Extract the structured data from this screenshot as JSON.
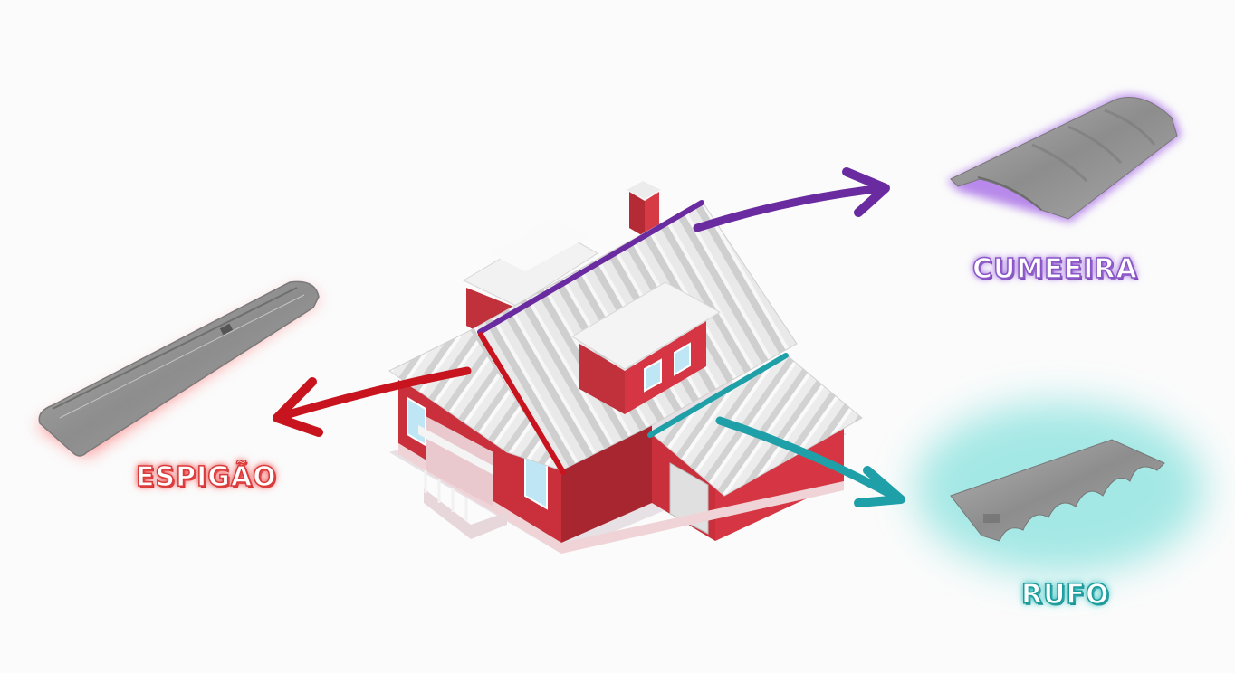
{
  "labels": {
    "espigao": "ESPIGÃO",
    "cumeeira": "CUMEEIRA",
    "rufo": "RUFO"
  },
  "colors": {
    "espigao": "#c8141e",
    "cumeeira": "#6a2aa0",
    "rufo": "#1fa0a8",
    "wall": "#c9303c",
    "roof": "#e6e6e6",
    "tile": "#9a9a9a"
  }
}
